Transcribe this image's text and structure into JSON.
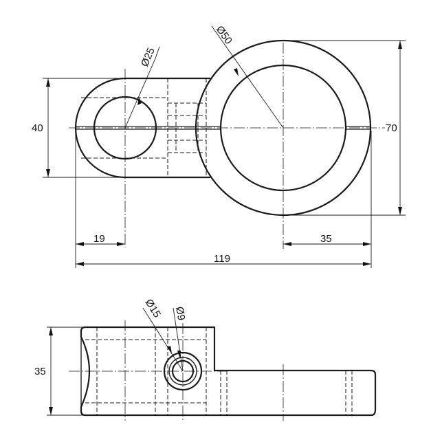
{
  "top_view": {
    "dia_small": "Ø25",
    "dia_large": "Ø50",
    "height_small": "40",
    "height_large": "70",
    "offset_left": "19",
    "offset_right": "35",
    "overall_length": "119"
  },
  "front_view": {
    "dia_outer": "Ø15",
    "dia_inner": "Ø9",
    "height": "35"
  }
}
